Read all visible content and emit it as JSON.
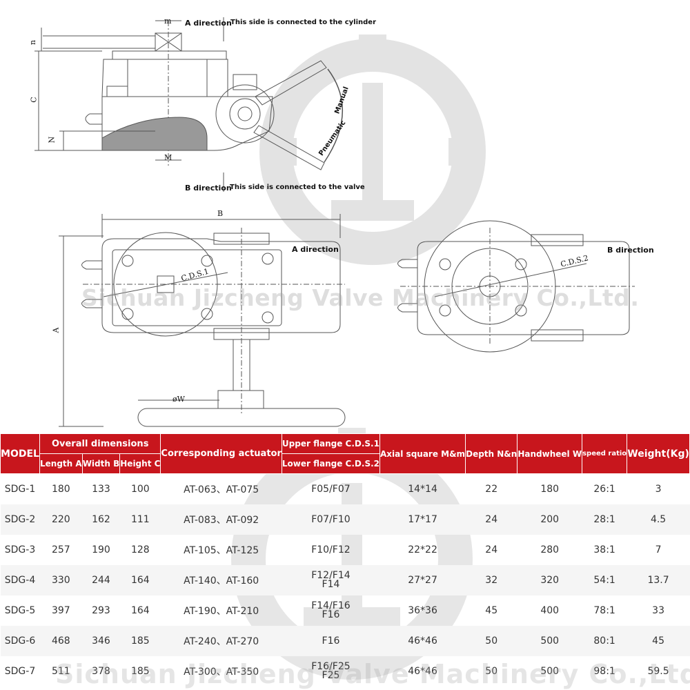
{
  "drawing": {
    "labels": {
      "a_direction_top": "A direction",
      "cylinder_note": "This side is connected to the cylinder",
      "b_direction_bottom": "B direction",
      "valve_note": "This side is connected to the valve",
      "manual": "Manual",
      "pneumatic": "Pneumatic",
      "dim_m_top": "m",
      "dim_n_top": "n",
      "dim_c": "C",
      "dim_N": "N",
      "dim_M": "M",
      "dim_B": "B",
      "dim_A": "A",
      "dim_W": "øW",
      "cds1": "C.D.S.1",
      "cds2": "C.D.S.2",
      "a_direction_view": "A direction",
      "b_direction_view": "B direction"
    },
    "watermark": "Sichuan Jizcheng Valve Machinery Co.,Ltd.",
    "line_color": "#555555"
  },
  "table": {
    "header_color": "#c8161d",
    "headers": {
      "model": "MODEL",
      "overall": "Overall dimensions",
      "length": "Length A",
      "width": "Width B",
      "height": "Height C",
      "actuator": "Corresponding actuator",
      "upper": "Upper flange C.D.S.1",
      "lower": "Lower flange C.D.S.2",
      "square": "Axial square M&m",
      "depth": "Depth N&n",
      "handwheel": "Handwheel W",
      "speed": "speed ratio",
      "weight": "Weight(Kg)"
    },
    "rows": [
      {
        "model": "SDG-1",
        "a": "180",
        "b": "133",
        "c": "100",
        "actuator": "AT-063、AT-075",
        "flange1": "F05/F07",
        "flange2": "",
        "square": "14*14",
        "depth": "22",
        "wheel": "180",
        "ratio": "26:1",
        "weight": "3"
      },
      {
        "model": "SDG-2",
        "a": "220",
        "b": "162",
        "c": "111",
        "actuator": "AT-083、AT-092",
        "flange1": "F07/F10",
        "flange2": "",
        "square": "17*17",
        "depth": "24",
        "wheel": "200",
        "ratio": "28:1",
        "weight": "4.5"
      },
      {
        "model": "SDG-3",
        "a": "257",
        "b": "190",
        "c": "128",
        "actuator": "AT-105、AT-125",
        "flange1": "F10/F12",
        "flange2": "",
        "square": "22*22",
        "depth": "24",
        "wheel": "280",
        "ratio": "38:1",
        "weight": "7"
      },
      {
        "model": "SDG-4",
        "a": "330",
        "b": "244",
        "c": "164",
        "actuator": "AT-140、AT-160",
        "flange1": "F12/F14",
        "flange2": "F14",
        "square": "27*27",
        "depth": "32",
        "wheel": "320",
        "ratio": "54:1",
        "weight": "13.7"
      },
      {
        "model": "SDG-5",
        "a": "397",
        "b": "293",
        "c": "164",
        "actuator": "AT-190、AT-210",
        "flange1": "F14/F16",
        "flange2": "F16",
        "square": "36*36",
        "depth": "45",
        "wheel": "400",
        "ratio": "78:1",
        "weight": "33"
      },
      {
        "model": "SDG-6",
        "a": "468",
        "b": "346",
        "c": "185",
        "actuator": "AT-240、AT-270",
        "flange1": "F16",
        "flange2": "",
        "square": "46*46",
        "depth": "50",
        "wheel": "500",
        "ratio": "80:1",
        "weight": "45"
      },
      {
        "model": "SDG-7",
        "a": "511",
        "b": "378",
        "c": "185",
        "actuator": "AT-300、AT-350",
        "flange1": "F16/F25",
        "flange2": "F25",
        "square": "46*46",
        "depth": "50",
        "wheel": "500",
        "ratio": "98:1",
        "weight": "59.5"
      }
    ]
  }
}
